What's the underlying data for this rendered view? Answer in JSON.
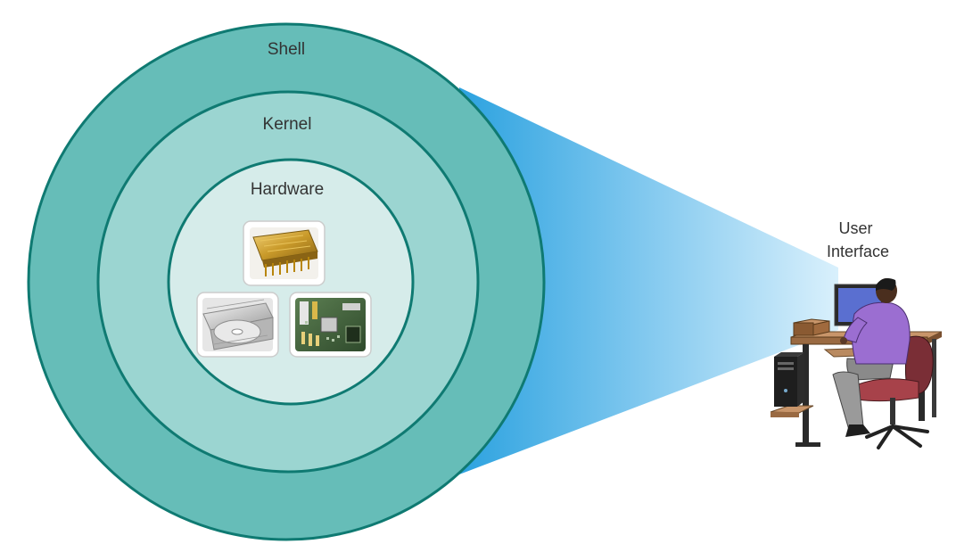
{
  "layers": {
    "shell": "Shell",
    "kernel": "Kernel",
    "hardware": "Hardware"
  },
  "user_interface": {
    "line1": "User",
    "line2": "Interface"
  },
  "hardware_items": [
    "cpu-chip-image",
    "optical-disc-drive-image",
    "motherboard-image"
  ],
  "colors": {
    "outer_ring": "#66bdb8",
    "middle_ring": "#9bd5d1",
    "inner_circle": "#d6ecea",
    "ring_stroke": "#0f7a72",
    "beam_dark": "#2ea3e0",
    "beam_light": "#d6eefb",
    "shirt": "#9b6ed1",
    "chair": "#a7424a"
  }
}
